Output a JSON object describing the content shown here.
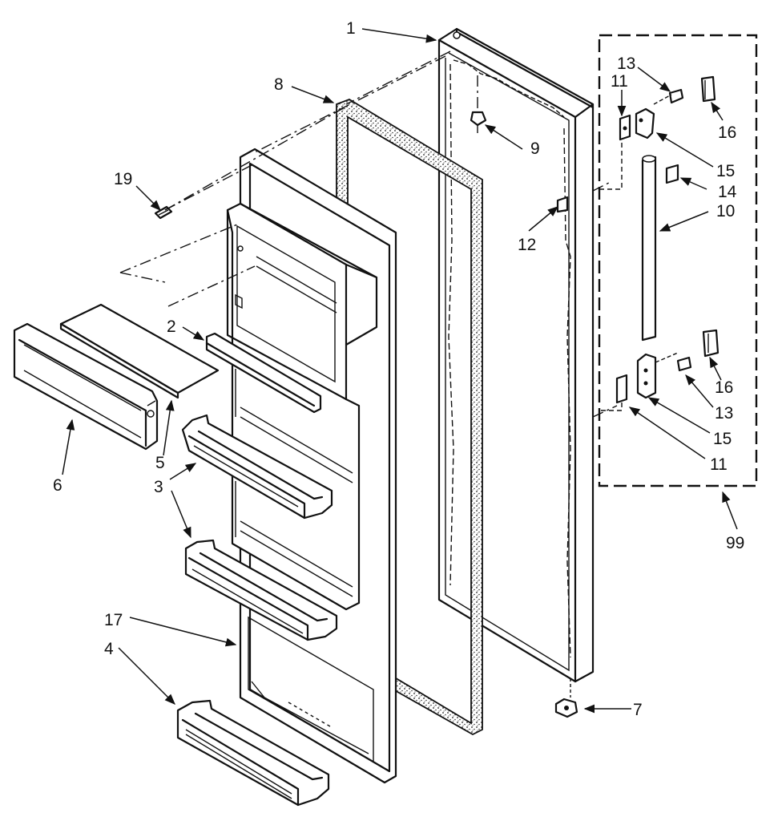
{
  "diagram": {
    "callouts": [
      "1",
      "2",
      "3",
      "4",
      "5",
      "6",
      "7",
      "8",
      "9",
      "10",
      "11",
      "12",
      "13",
      "14",
      "15",
      "16",
      "17",
      "19",
      "99"
    ]
  }
}
